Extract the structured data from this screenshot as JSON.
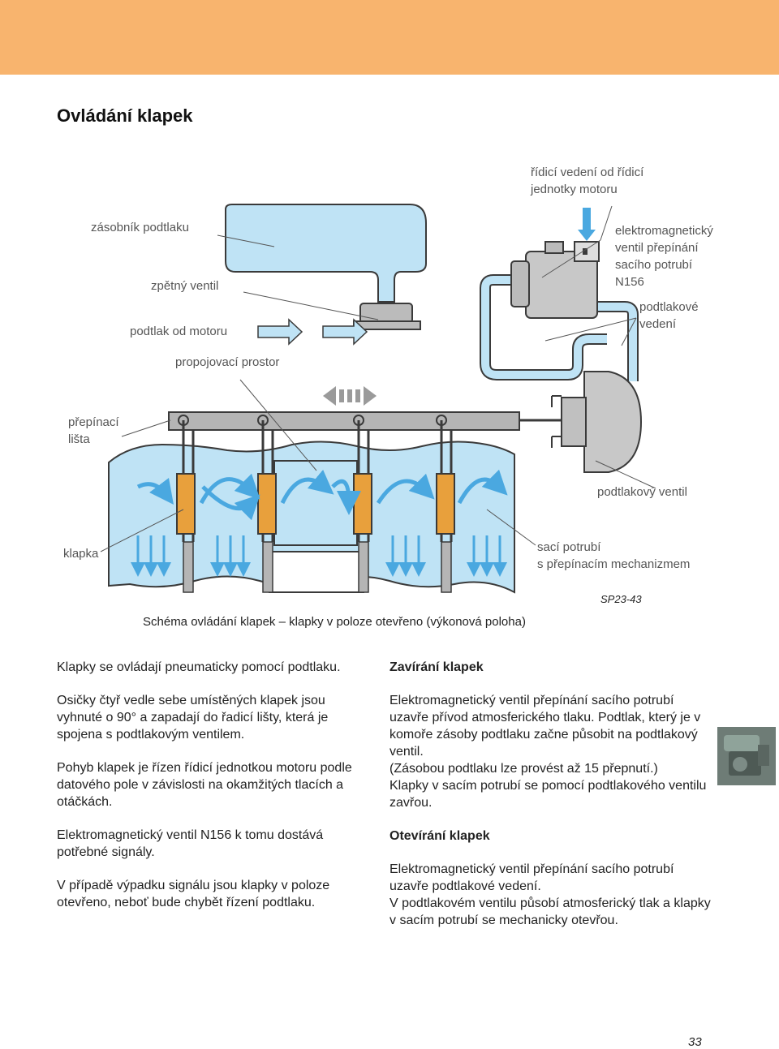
{
  "header": {
    "band_color": "#f8b46e"
  },
  "page_title": "Ovládání klapek",
  "diagram": {
    "labels": {
      "control_line_1": "řídicí vedení od řídicí",
      "control_line_2": "jednotky motoru",
      "vacuum_reservoir": "zásobník podtlaku",
      "check_valve": "zpětný ventil",
      "engine_vacuum": "podtlak od motoru",
      "solenoid_1": "elektromagnetický",
      "solenoid_2": "ventil přepínání",
      "solenoid_3": "sacího potrubí",
      "solenoid_4": "N156",
      "vacuum_lines_1": "podtlakové",
      "vacuum_lines_2": "vedení",
      "connecting_space": "propojovací prostor",
      "shift_bar_1": "přepínací",
      "shift_bar_2": "lišta",
      "vacuum_actuator": "podtlakový ventil",
      "flap": "klapka",
      "intake_manifold_1": "sací potrubí",
      "intake_manifold_2": "s přepínacím mechanizmem",
      "ref": "SP23-43",
      "caption": "Schéma ovládání klapek – klapky v poloze otevřeno (výkonová poloha)"
    },
    "colors": {
      "air": "#bfe3f5",
      "outline": "#3a3a3a",
      "flow_arrow": "#4aa8e0",
      "flap": "#e8a03c",
      "bar": "#b5b5b5"
    }
  },
  "left_column": [
    "Klapky se ovládají pneumaticky pomocí podtlaku.",
    "Osičky čtyř vedle sebe umístěných klapek jsou vyhnuté o 90° a zapadají do řadicí lišty, která je spojena s podtlakovým ventilem.",
    "Pohyb klapek je řízen řídicí jednotkou motoru podle datového pole v závislosti na okamžitých tlacích a otáčkách.",
    "Elektromagnetický ventil N156 k tomu dostává potřebné signály.",
    "V případě výpadku signálu jsou klapky v poloze otevřeno, neboť bude chybět řízení podtlaku."
  ],
  "right_column": {
    "closing_heading": "Zavírání klapek",
    "closing_text": [
      "Elektromagnetický ventil přepínání sacího potrubí uzavře přívod atmosferického tlaku. Podtlak, který je v komoře zásoby podtlaku začne působit na podtlakový ventil.",
      "(Zásobou podtlaku lze provést až 15 přepnutí.)",
      "Klapky v sacím potrubí se pomocí podtlakového ventilu zavřou."
    ],
    "opening_heading": "Otevírání klapek",
    "opening_text": [
      "Elektromagnetický ventil přepínání sacího potrubí uzavře podtlakové vedení.",
      "V podtlakovém ventilu působí atmosferický tlak a klapky v sacím potrubí se mechanicky otevřou."
    ]
  },
  "page_number": "33"
}
